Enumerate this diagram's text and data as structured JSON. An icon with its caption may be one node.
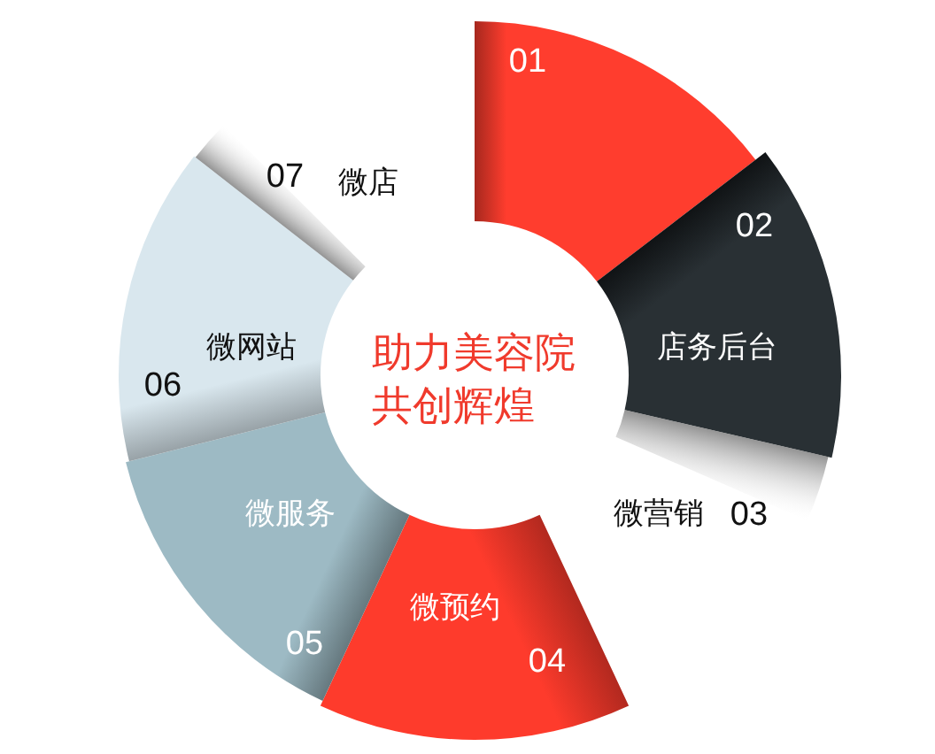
{
  "diagram": {
    "nodes": [
      {
        "text": [
          "助力美容院共创辉煌"
        ]
      },
      {
        "text": [
          "01"
        ]
      },
      {
        "text": [
          "02",
          "店务后台"
        ]
      },
      {
        "text": [
          "微营销",
          "03"
        ]
      },
      {
        "text": [
          "微预约",
          "04"
        ]
      },
      {
        "text": [
          "微服务",
          "05"
        ]
      },
      {
        "text": [
          "微网站",
          "06"
        ]
      },
      {
        "text": [
          "07",
          "微店"
        ]
      }
    ]
  }
}
